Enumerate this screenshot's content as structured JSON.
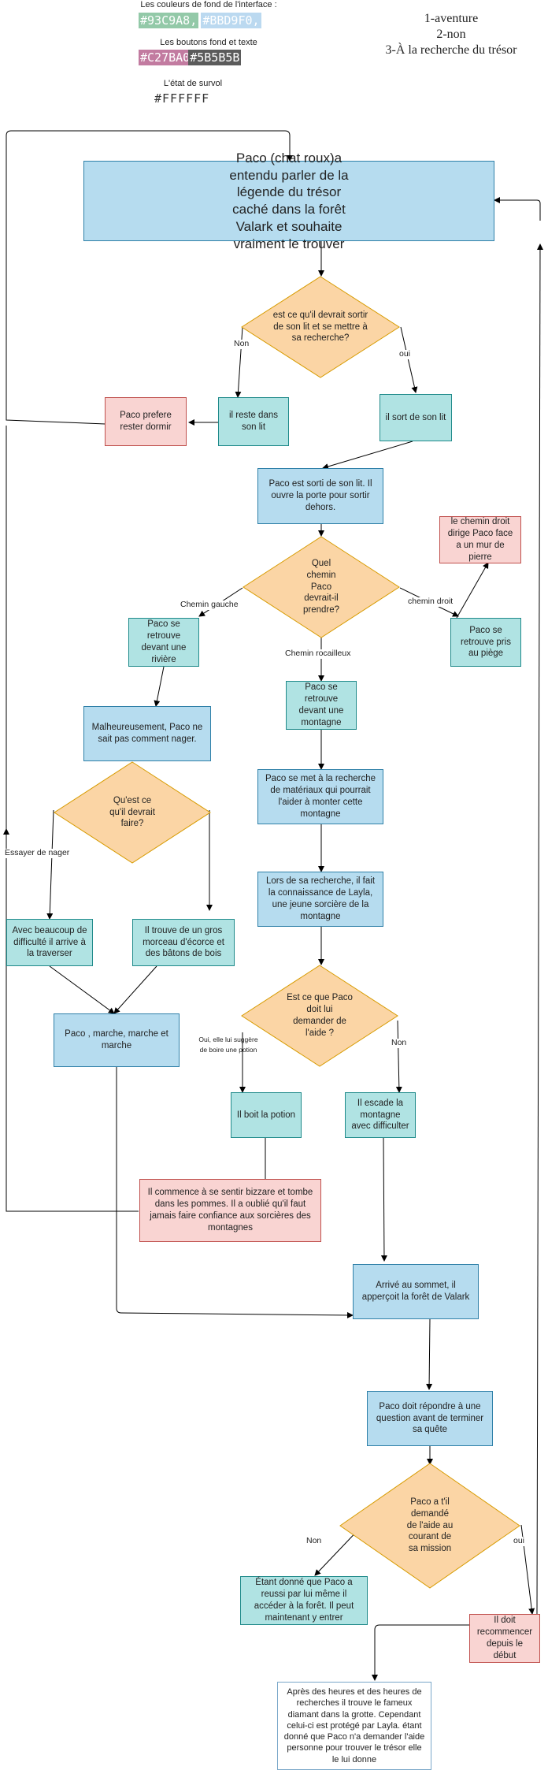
{
  "colors": {
    "blue_fill": "#b6dcef",
    "blue_border": "#2f80a8",
    "teal_fill": "#b0e3e3",
    "teal_border": "#1f8a8a",
    "pink_fill": "#f9d4d2",
    "pink_border": "#c0504d",
    "diamond_fill": "#fbd5a5",
    "diamond_border": "#d79b00",
    "swatch_green": "#93C9A8",
    "swatch_blue": "#BBD9F0",
    "swatch_pink": "#C27BA0",
    "swatch_gray": "#5B5B5B"
  },
  "legend": {
    "bg_title": "Les couleurs de fond de l'interface :",
    "bg_color1": "#93C9A8,",
    "bg_color2": "#BBD9F0,",
    "btn_title": "Les boutons fond et texte",
    "btn_color1": "#C27BA0",
    "btn_color2": "#5B5B5B",
    "hover_title": "L'état de survol",
    "hover_color": "#FFFFFF",
    "list": [
      "1-aventure",
      "2-non",
      "3-À la recherche du trésor"
    ]
  },
  "nodes": {
    "start": "Paco (chat roux)a entendu parler de la légende du trésor caché dans la forêt Valark et souhaite vraiment le trouver",
    "q_sortir": "est ce qu'il devrait sortir de son lit et se mettre à sa recherche?",
    "reste_lit": "il reste dans son lit",
    "prefere_dormir": "Paco prefere rester dormir",
    "sort_lit": "il sort de son lit",
    "dehors": "Paco est sorti de son lit. Il ouvre la porte pour sortir dehors.",
    "q_chemin": "Quel chemin Paco devrait-il prendre?",
    "riviere": "Paco se retrouve devant une rivière",
    "montagne": "Paco se retrouve devant une montagne",
    "piege": "Paco se retrouve pris au piège",
    "mur": "le chemin droit dirige Paco face a un mur de pierre",
    "nager": "Malheureusement, Paco ne sait pas comment nager.",
    "q_faire": "Qu'est ce qu'il devrait faire?",
    "traverse": "Avec beaucoup de difficulté il arrive à la traverser",
    "ecorce": "Il trouve de un gros morceau d'écorce et des bâtons de bois",
    "marche": "Paco , marche, marche et marche",
    "materiaux": "Paco se met à la recherche de matériaux qui pourrait l'aider à monter cette montagne",
    "layla": "Lors de sa recherche, il fait la connaissance de Layla, une jeune sorcière de la montagne",
    "q_aide": "Est ce que Paco doit lui demander de l'aide ?",
    "potion": "Il boit la potion",
    "escalade": "Il escade la montagne avec difficulter",
    "bizzare": "Il commence à se sentir bizzare et tombe dans les pommes. Il a oublié qu'il faut jamais faire confiance aux sorcières des montagnes",
    "sommet": "Arrivé au sommet, il apperçoit la forêt de Valark",
    "question": "Paco doit répondre à une question avant de terminer sa quête",
    "q_mission": "Paco a t'il demandé de l'aide au courant de sa mission",
    "reussi": "Étant donné que Paco a reussi par lui même il accéder à la forêt. Il peut maintenant y entrer",
    "recommencer": "Il doit recommencer depuis le début",
    "fin": "Après des heures et des heures de recherches il trouve le fameux diamant dans la grotte. Cependant celui-ci est protégé par Layla. étant donné que Paco n'a demander l'aide personne pour trouver le trésor elle le lui donne"
  },
  "labels": {
    "non1": "Non",
    "oui1": "oui",
    "chemin_gauche": "Chemin gauche",
    "chemin_droit": "chemin droit",
    "chemin_rocailleux": "Chemin  rocailleux",
    "essayer_nager": "Essayer de nager",
    "oui_potion": "Oui, elle lui suggère de boire une potion",
    "non2": "Non",
    "non3": "Non",
    "oui3": "oui"
  }
}
